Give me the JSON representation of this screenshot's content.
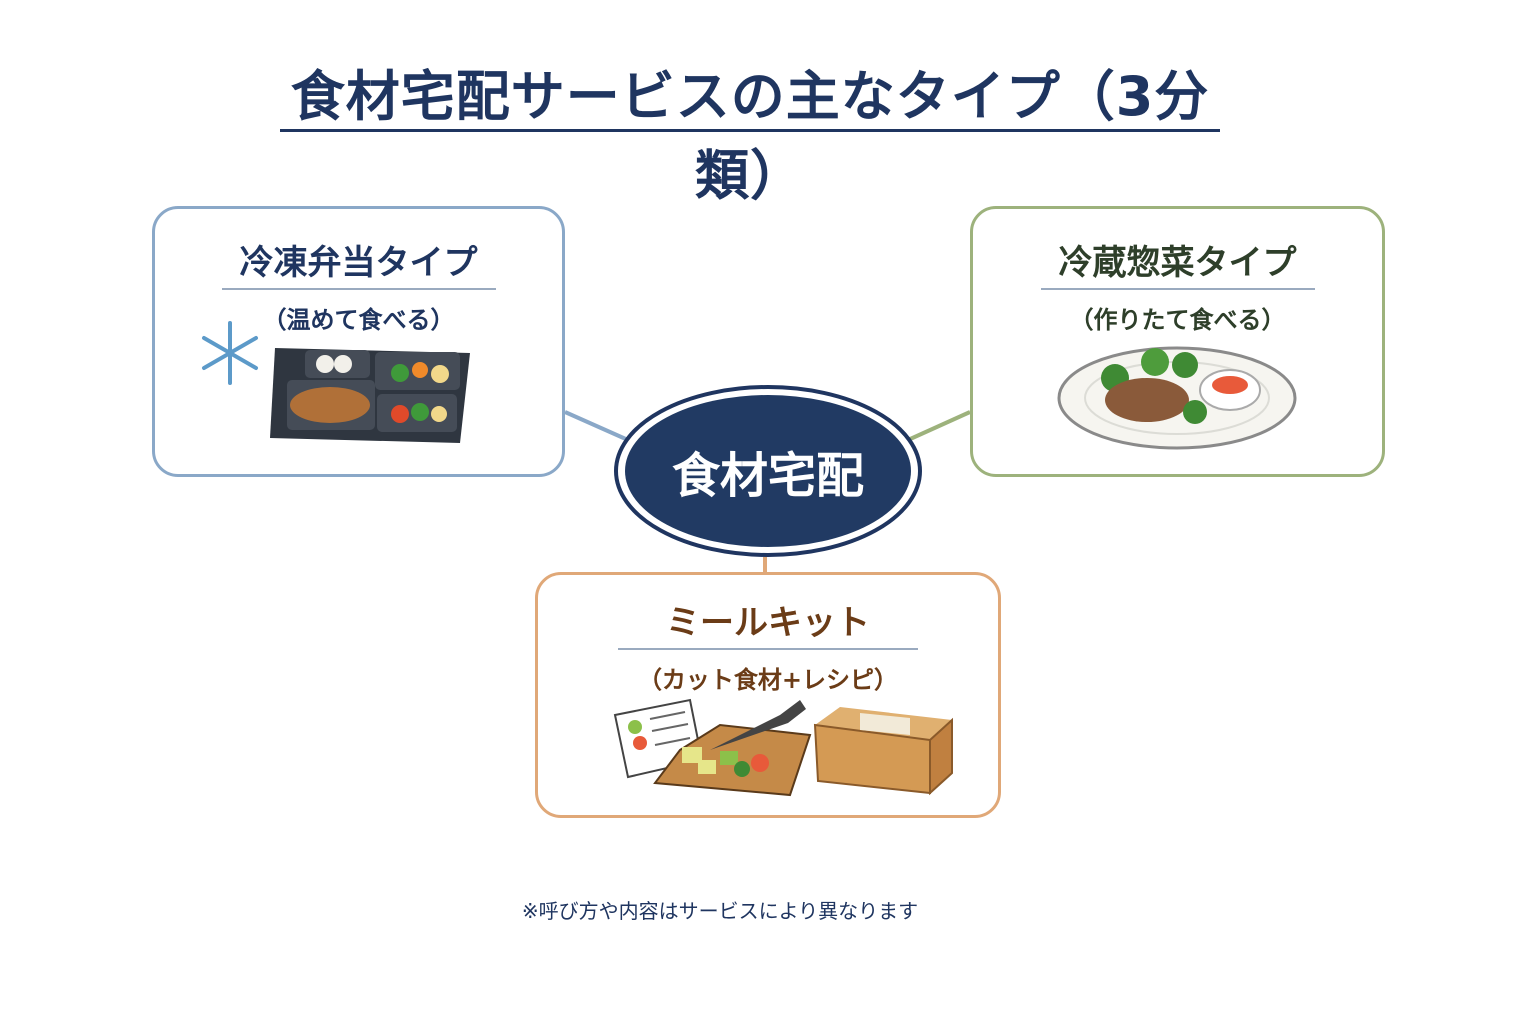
{
  "title": "食材宅配サービスの主なタイプ（3分類）",
  "center": {
    "label": "食材宅配"
  },
  "types": [
    {
      "name": "冷凍弁当タイプ",
      "desc": "（温めて食べる）",
      "icon": "frozen-bento-tray-icon",
      "color": "#8aa8c8"
    },
    {
      "name": "冷蔵惣菜タイプ",
      "desc": "（作りたて食べる）",
      "icon": "chilled-dish-plate-icon",
      "color": "#9db27c"
    },
    {
      "name": "ミールキット",
      "desc": "（カット食材+レシピ）",
      "icon": "meal-kit-icon",
      "color": "#e0a878"
    }
  ],
  "note": "※呼び方や内容はサービスにより異なります"
}
